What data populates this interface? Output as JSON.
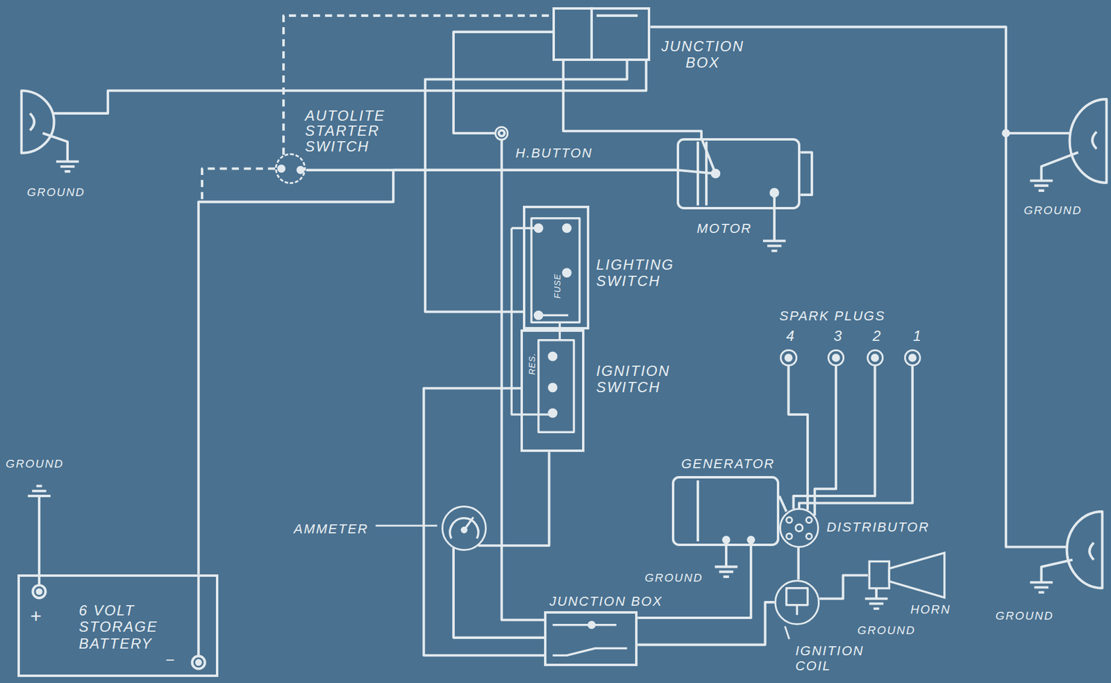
{
  "diagram": {
    "nodes": [
      {
        "text": [
          "JUNCTION BOX"
        ]
      },
      {
        "text": [
          "AUTOLITE STARTER SWITCH"
        ]
      },
      {
        "text": [
          "H.BUTTON"
        ]
      },
      {
        "text": [
          "MOTOR"
        ]
      },
      {
        "text": [
          "LIGHTING SWITCH",
          "FUSE"
        ]
      },
      {
        "text": [
          "IGNITION SWITCH",
          "RES."
        ]
      },
      {
        "text": [
          "4"
        ]
      },
      {
        "text": [
          "3"
        ]
      },
      {
        "text": [
          "2"
        ]
      },
      {
        "text": [
          "1"
        ]
      },
      {
        "text": [
          "GENERATOR"
        ]
      },
      {
        "text": [
          "DISTRIBUTOR"
        ]
      },
      {
        "text": [
          "AMMETER"
        ]
      },
      {
        "text": [
          "HORN"
        ]
      },
      {
        "text": [
          "6 VOLT STORAGE BATTERY",
          "+",
          "−"
        ]
      },
      {
        "text": [
          "JUNCTION BOX"
        ]
      },
      {
        "text": [
          "IGNITION COIL"
        ]
      }
    ],
    "edges": [
      {
        "from": 14,
        "to": 3,
        "arrow": "none"
      },
      {
        "from": 1,
        "to": 3,
        "arrow": "none"
      },
      {
        "from": 1,
        "to": 0,
        "arrow": "none"
      },
      {
        "from": 0,
        "to": 3,
        "arrow": "none"
      },
      {
        "from": 0,
        "to": 2,
        "arrow": "none"
      },
      {
        "from": 2,
        "to": 15,
        "arrow": "none"
      },
      {
        "from": 0,
        "to": 4,
        "arrow": "none"
      },
      {
        "from": 12,
        "to": 5,
        "arrow": "none"
      },
      {
        "from": 5,
        "to": 15,
        "arrow": "none"
      },
      {
        "from": 12,
        "to": 15,
        "arrow": "none"
      },
      {
        "from": 15,
        "to": 10,
        "arrow": "none"
      },
      {
        "from": 15,
        "to": 16,
        "arrow": "none"
      },
      {
        "from": 16,
        "to": 11,
        "arrow": "none"
      },
      {
        "from": 16,
        "to": 13,
        "arrow": "none"
      },
      {
        "from": 11,
        "to": 6,
        "arrow": "none"
      },
      {
        "from": 11,
        "to": 7,
        "arrow": "none"
      },
      {
        "from": 11,
        "to": 8,
        "arrow": "none"
      },
      {
        "from": 11,
        "to": 9,
        "arrow": "none"
      }
    ],
    "labels": [
      "GROUND",
      "GROUND",
      "SPARK PLUGS",
      "GROUND",
      "GROUND",
      "GROUND",
      "GROUND"
    ]
  }
}
